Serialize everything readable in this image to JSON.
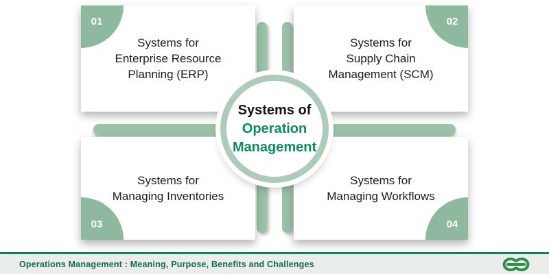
{
  "center": {
    "top": "Systems of",
    "highlight_line1": "Operation",
    "highlight_line2": "Management"
  },
  "cards": [
    {
      "number": "01",
      "line1": "Systems for",
      "line2": "Enterprise Resource",
      "line3": "Planning (ERP)"
    },
    {
      "number": "02",
      "line1": "Systems for",
      "line2": "Supply Chain",
      "line3": "Management (SCM)"
    },
    {
      "number": "03",
      "line1": "Systems for",
      "line2": "Managing Inventories",
      "line3": ""
    },
    {
      "number": "04",
      "line1": "Systems for",
      "line2": "Managing Workflows",
      "line3": ""
    }
  ],
  "footer": {
    "caption": "Operations Management : Meaning, Purpose, Benefits and Challenges"
  },
  "icons": {
    "logo": "geeksforgeeks-logo"
  },
  "colors": {
    "connector_sage": "#9bc1a9",
    "badge_green": "#8fb99e",
    "circle_ring": "#aecbb9",
    "accent_green": "#0f8a60",
    "logo_green": "#2f8d46",
    "footer_text": "#0c6b4f",
    "footer_background": "#ebedeb",
    "footer_border": "#1f7a58",
    "card_text": "#1c1c1c"
  }
}
